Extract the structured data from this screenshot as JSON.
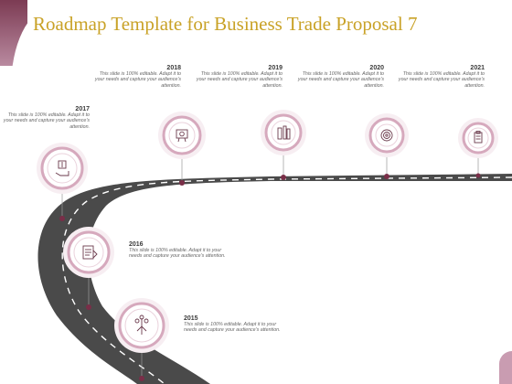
{
  "title": "Roadmap Template for Business Trade Proposal 7",
  "colors": {
    "title": "#c9a227",
    "accent": "#7c3b53",
    "ring": "#e6c9d5",
    "road": "#4a4a4a",
    "dot": "#7a2e48"
  },
  "milestones": [
    {
      "year": "2015",
      "desc": "This slide is 100% editable. Adapt it to your needs and capture your audience's attention.",
      "icon": "tree-icon"
    },
    {
      "year": "2016",
      "desc": "This slide is 100% editable. Adapt it to your needs and capture your audience's attention.",
      "icon": "document-icon"
    },
    {
      "year": "2017",
      "desc": "This slide is 100% editable. Adapt it to your needs and capture your audience's attention.",
      "icon": "hand-money-icon"
    },
    {
      "year": "2018",
      "desc": "This slide is 100% editable. Adapt it to your needs and capture your audience's attention.",
      "icon": "presentation-icon"
    },
    {
      "year": "2019",
      "desc": "This slide is 100% editable. Adapt it to your needs and capture your audience's attention.",
      "icon": "bottles-icon"
    },
    {
      "year": "2020",
      "desc": "This slide is 100% editable. Adapt it to your needs and capture your audience's attention.",
      "icon": "target-icon"
    },
    {
      "year": "2021",
      "desc": "This slide is 100% editable. Adapt it to your needs and capture your audience's attention.",
      "icon": "clipboard-icon"
    }
  ]
}
